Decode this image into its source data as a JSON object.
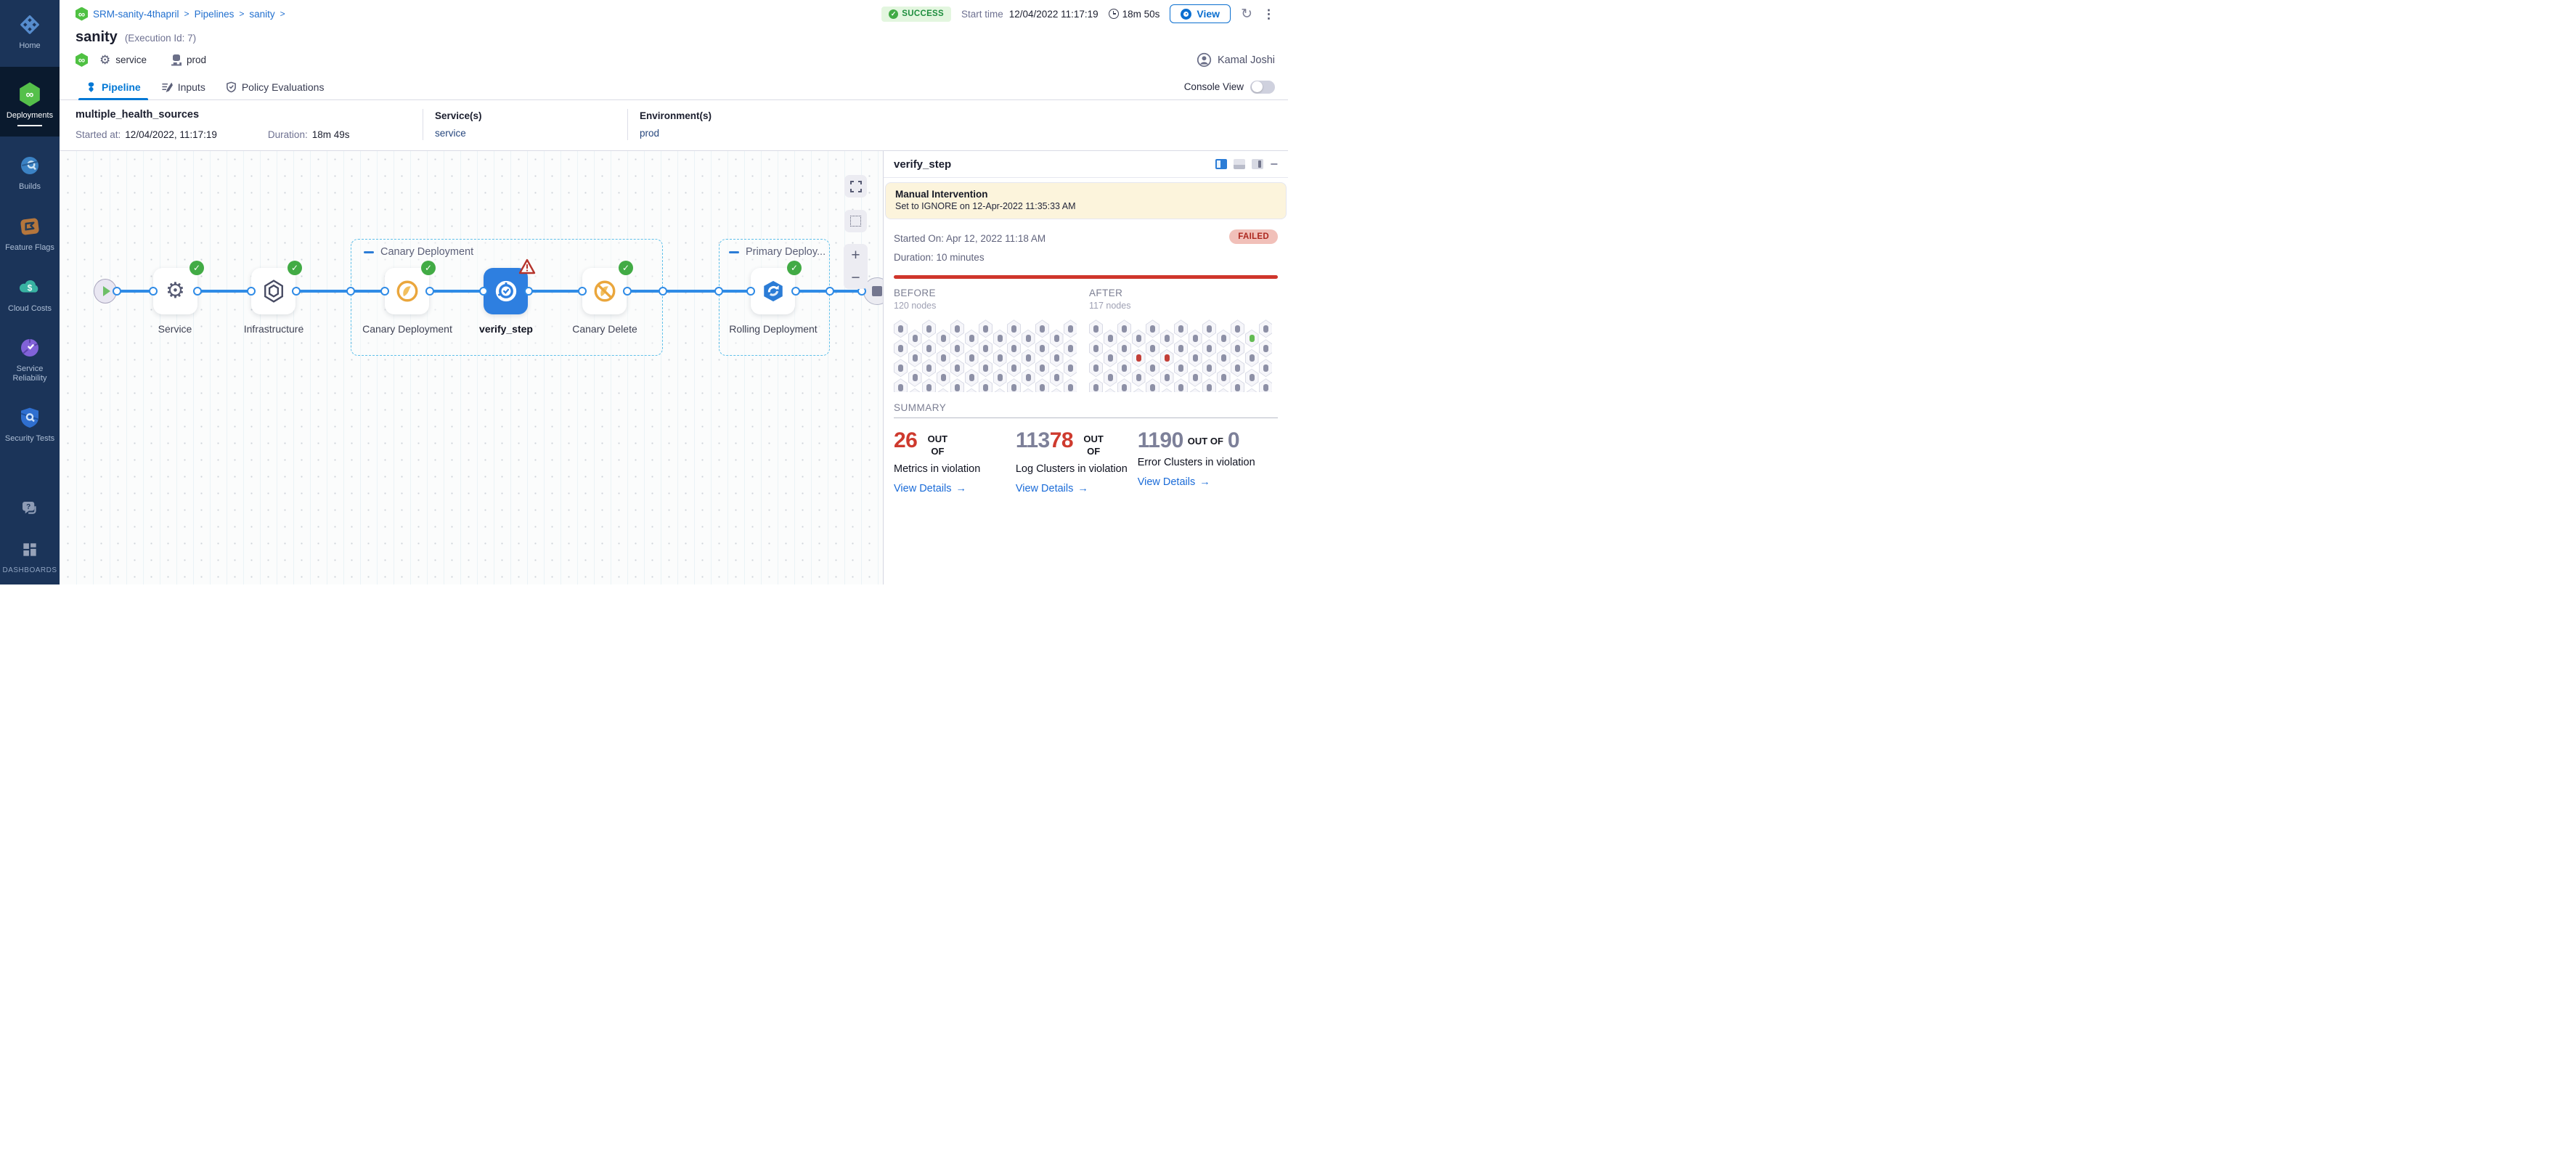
{
  "icons": {
    "logo": "harness-infinity-hexagon",
    "infinity": "∞",
    "chevron": ">",
    "kebab": "⋮",
    "refresh": "↻",
    "gear": "⚙",
    "arrow_right": "→",
    "check": "✓"
  },
  "sidebar": {
    "items": [
      {
        "label": "Home",
        "icon": "home-diamonds-icon"
      },
      {
        "label": "Deployments",
        "icon": "harness-deployments-icon",
        "active": true
      },
      {
        "label": "Builds",
        "icon": "builds-planet-icon"
      },
      {
        "label": "Feature Flags",
        "icon": "feature-flags-icon"
      },
      {
        "label": "Cloud Costs",
        "icon": "cloud-costs-icon"
      },
      {
        "label": "Service Reliability",
        "icon": "service-reliability-icon"
      },
      {
        "label": "Security Tests",
        "icon": "security-tests-icon"
      },
      {
        "label": "",
        "icon": "help-chat-icon"
      },
      {
        "label": "DASHBOARDS",
        "icon": "dashboards-grid-icon"
      }
    ]
  },
  "breadcrumb": {
    "project": "SRM-sanity-4thapril",
    "pipelines": "Pipelines",
    "pipeline": "sanity"
  },
  "status_bar": {
    "status": "SUCCESS",
    "start_time_label": "Start time",
    "start_time": "12/04/2022 11:17:19",
    "duration": "18m 50s",
    "view": "View"
  },
  "title": {
    "name": "sanity",
    "execution": "(Execution Id: 7)"
  },
  "context": {
    "service": "service",
    "environment": "prod",
    "user": "Kamal Joshi"
  },
  "tabs": {
    "pipeline": "Pipeline",
    "inputs": "Inputs",
    "policy": "Policy Evaluations",
    "console_view": "Console View"
  },
  "run_info": {
    "name": "multiple_health_sources",
    "started_label": "Started at:",
    "started": "12/04/2022, 11:17:19",
    "duration_label": "Duration:",
    "duration": "18m 49s",
    "services_label": "Service(s)",
    "service": "service",
    "environments_label": "Environment(s)",
    "environment": "prod"
  },
  "graph": {
    "canary_group": "Canary Deployment",
    "primary_group": "Primary Deploy...",
    "nodes": {
      "service": "Service",
      "infrastructure": "Infrastructure",
      "canary_deployment": "Canary Deployment",
      "verify_step": "verify_step",
      "canary_delete": "Canary Delete",
      "rolling_deployment": "Rolling Deployment"
    },
    "zoom_in": "+",
    "zoom_out": "−"
  },
  "verify_panel": {
    "title": "verify_step",
    "banner": {
      "title": "Manual Intervention",
      "subtitle": "Set to IGNORE on 12-Apr-2022 11:35:33 AM"
    },
    "started_on": "Started On: Apr 12, 2022 11:18 AM",
    "duration": "Duration: 10 minutes",
    "status": "FAILED",
    "before": {
      "label": "BEFORE",
      "nodes": "120 nodes",
      "count": 120,
      "special": []
    },
    "after": {
      "label": "AFTER",
      "nodes": "117 nodes",
      "count": 117,
      "special": [
        {
          "i": 11,
          "color": "green"
        },
        {
          "i": 16,
          "color": "red"
        },
        {
          "i": 18,
          "color": "red"
        },
        {
          "i": 46,
          "color": "red"
        }
      ]
    },
    "summary_label": "SUMMARY",
    "summary": [
      {
        "red": "26",
        "out_of": "OUT OF",
        "label": "Metrics in violation",
        "link": "View Details"
      },
      {
        "gray": "113",
        "red": "78",
        "out_of": "OUT OF",
        "label": "Log Clusters in violation",
        "link": "View Details"
      },
      {
        "gray": "1190",
        "out_of": "OUT OF",
        "total": "0",
        "label": "Error Clusters in violation",
        "link": "View Details"
      }
    ]
  },
  "colors": {
    "accent_blue": "#0278d5",
    "success_green": "#1e8e3e",
    "failed_red": "#ad281f",
    "bar_red": "#cf352b",
    "connector_blue": "#2f8be6",
    "node_gray": "#8d90a6",
    "node_red": "#c23f38",
    "node_green": "#63bb53",
    "sidebar_navy": "#1b3459",
    "banner_cream": "#fcf4dc"
  }
}
